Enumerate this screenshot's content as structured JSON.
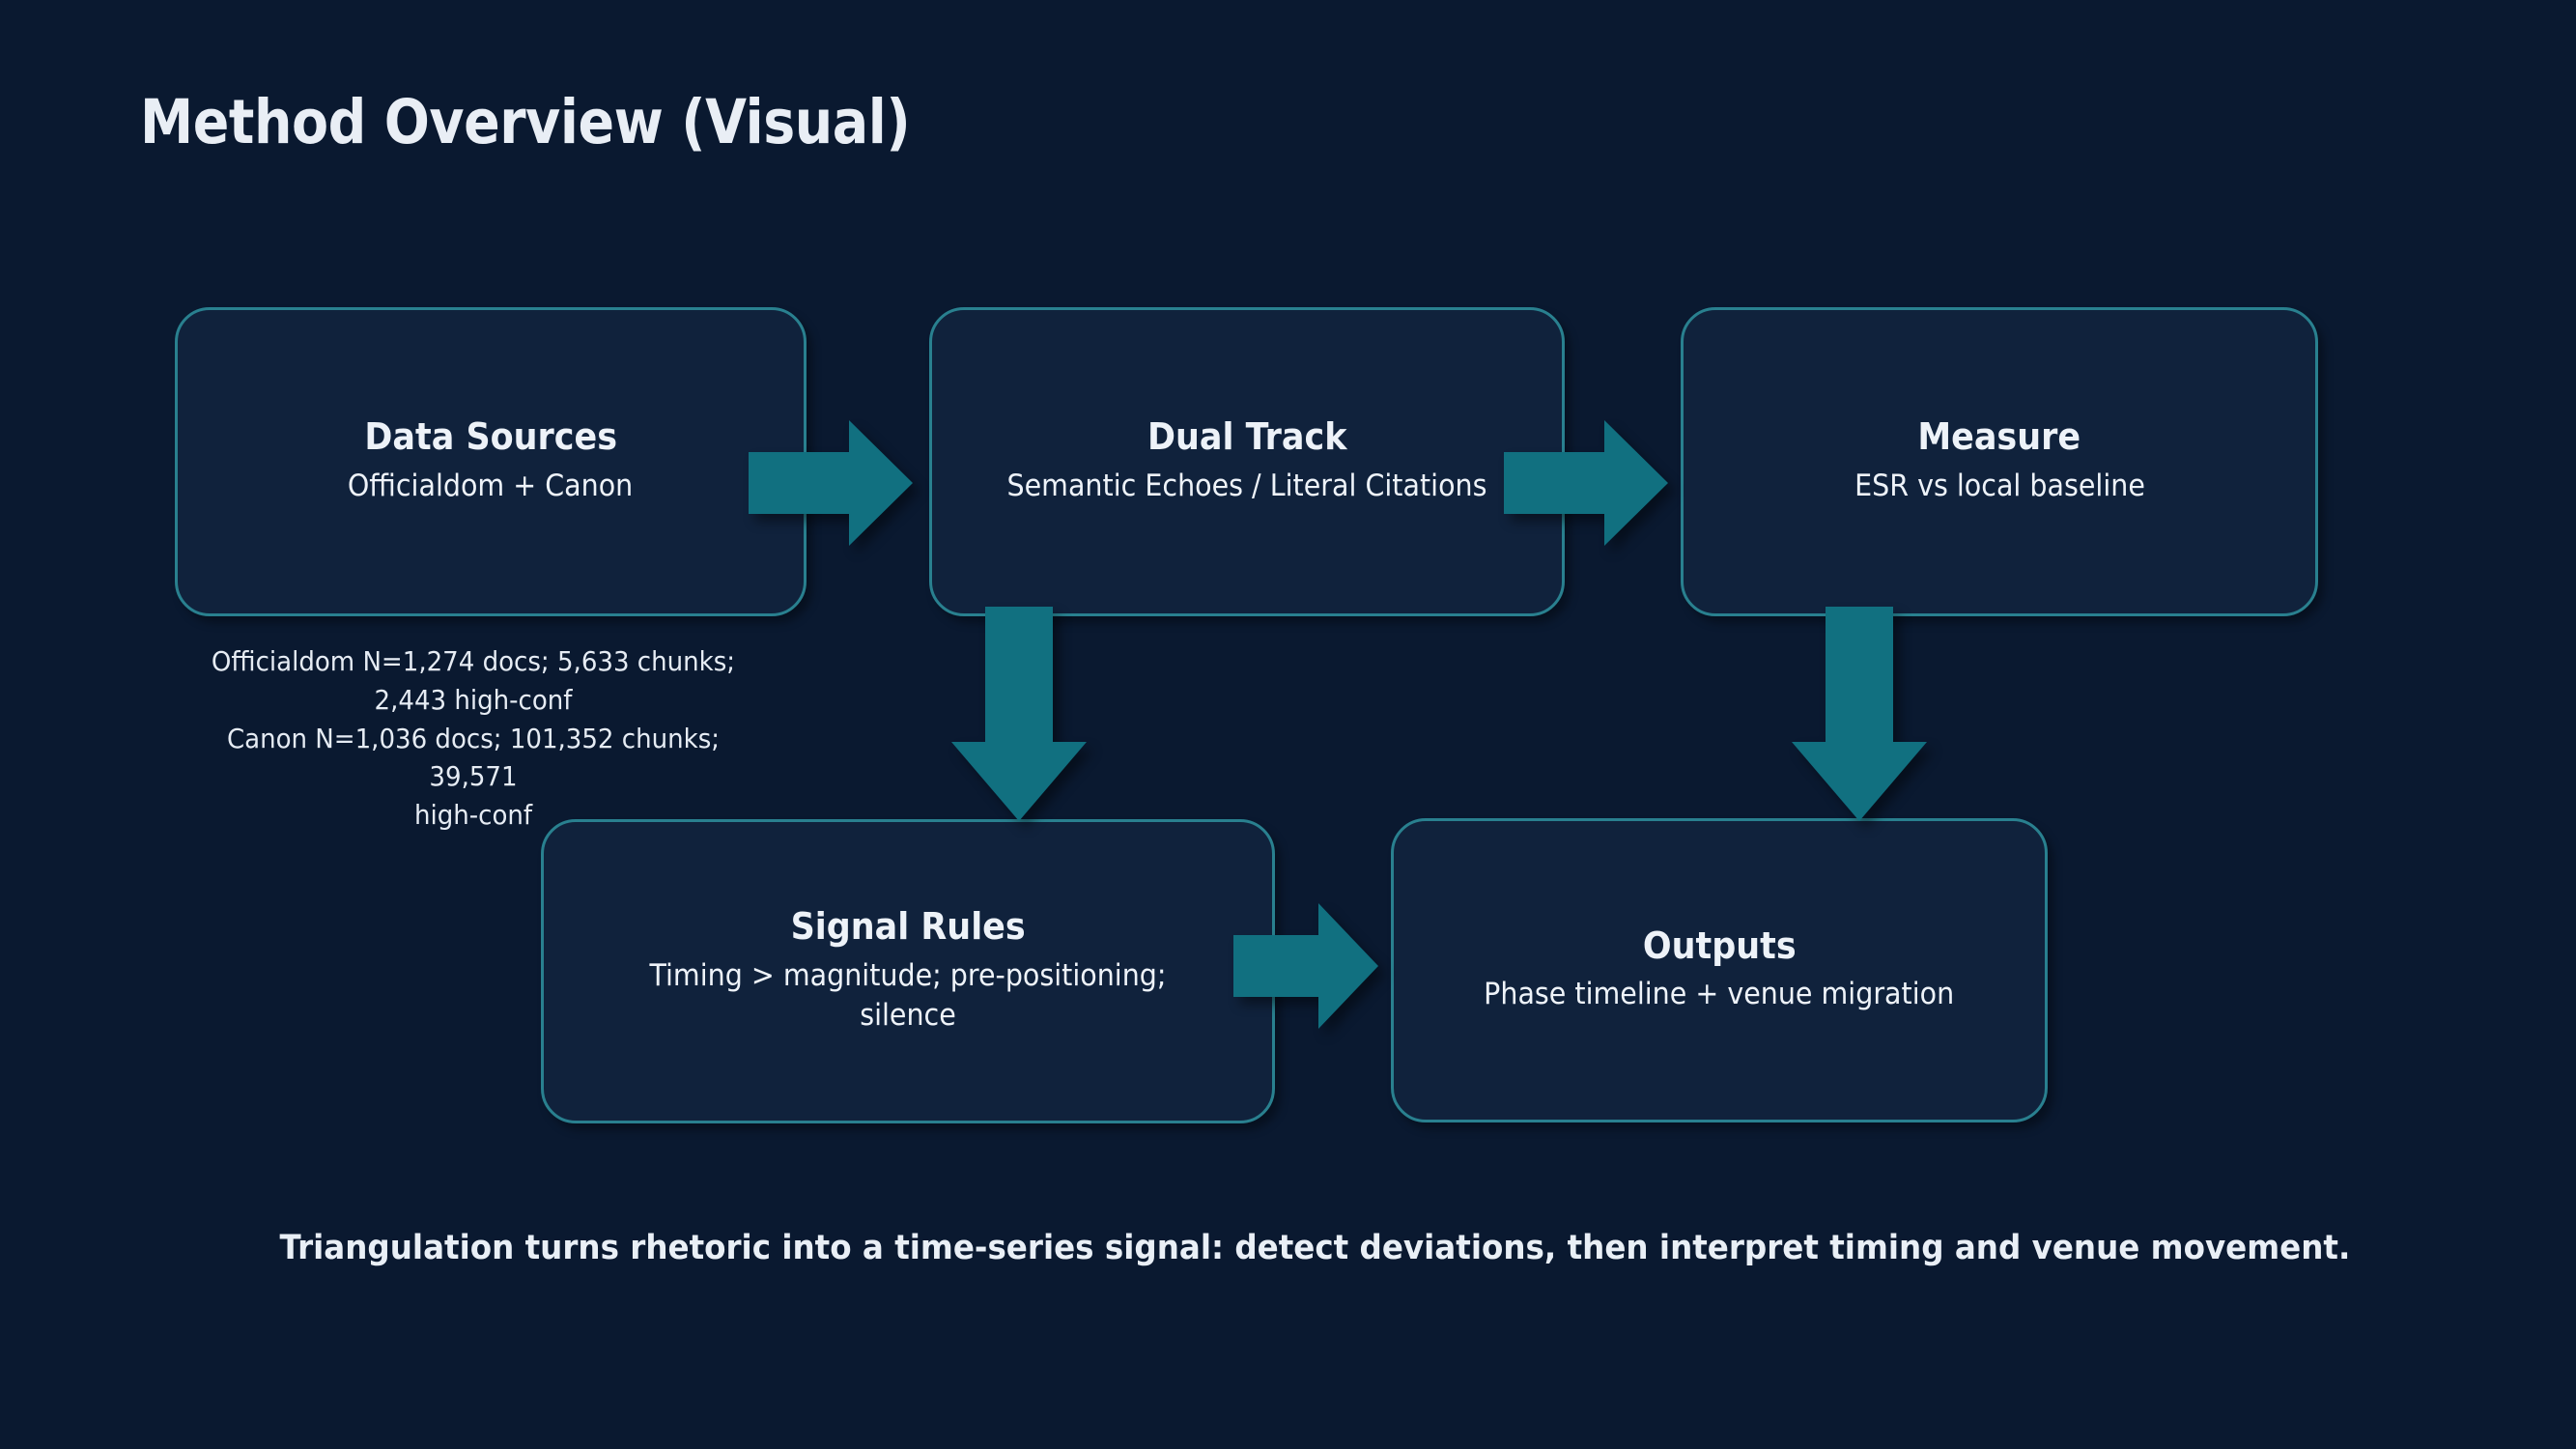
{
  "slide": {
    "title": "Method Overview (Visual)",
    "footer_note": "Triangulation turns rhetoric into a time-series signal: detect deviations, then interpret timing and venue movement.",
    "colors": {
      "background": "#0a1930",
      "box_fill": "#10223c",
      "box_border": "#29808f",
      "arrow": "#117080",
      "title_text": "#e9eef5",
      "body_text": "#edf2f8"
    }
  },
  "nodes": [
    {
      "id": "data-sources",
      "title": "Data Sources",
      "subtitle": "Officialdom + Canon"
    },
    {
      "id": "dual-track",
      "title": "Dual Track",
      "subtitle": "Semantic Echoes / Literal Citations"
    },
    {
      "id": "measure",
      "title": "Measure",
      "subtitle": "ESR vs local baseline"
    },
    {
      "id": "signal-rules",
      "title": "Signal Rules",
      "subtitle": "Timing > magnitude; pre-positioning; silence"
    },
    {
      "id": "outputs",
      "title": "Outputs",
      "subtitle": "Phase timeline + venue migration"
    }
  ],
  "source_stats": {
    "line1": "Officialdom N=1,274 docs; 5,633 chunks;",
    "line2": "2,443 high-conf",
    "line3": "Canon N=1,036 docs; 101,352 chunks; 39,571",
    "line4": "high-conf"
  },
  "arrows": [
    {
      "id": "data-sources-to-dual-track",
      "direction": "right"
    },
    {
      "id": "dual-track-to-measure",
      "direction": "right"
    },
    {
      "id": "dual-track-to-signal-rules",
      "direction": "down"
    },
    {
      "id": "measure-to-outputs",
      "direction": "down"
    },
    {
      "id": "signal-rules-to-outputs",
      "direction": "right"
    }
  ]
}
